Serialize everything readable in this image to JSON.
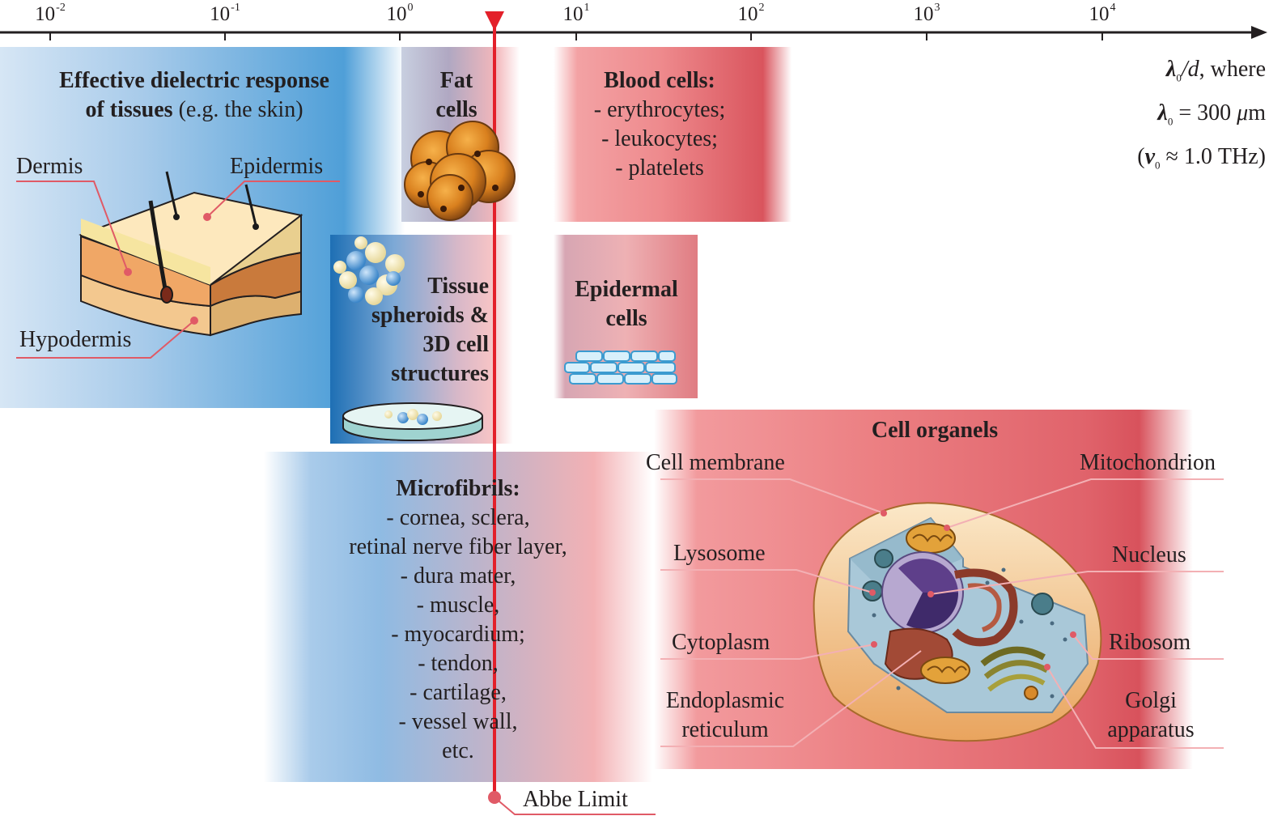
{
  "axis": {
    "ticks": [
      {
        "base": "10",
        "exp": "-2"
      },
      {
        "base": "10",
        "exp": "-1"
      },
      {
        "base": "10",
        "exp": "0"
      },
      {
        "base": "10",
        "exp": "1"
      },
      {
        "base": "10",
        "exp": "2"
      },
      {
        "base": "10",
        "exp": "3"
      },
      {
        "base": "10",
        "exp": "4"
      }
    ],
    "label_ratio_symbol": "λ",
    "label_ratio_sub": "0",
    "label_ratio_rest": "/d",
    "label_where": ", where",
    "label_line2_symbol": "λ",
    "label_line2_sub": "0",
    "label_line2_rest": " = 300 ",
    "label_line2_unit_mu": "μ",
    "label_line2_unit_m": "m",
    "label_line3_open": "(",
    "label_line3_symbol": "ν",
    "label_line3_sub": "0",
    "label_line3_rest": " ≈ 1.0 THz)"
  },
  "abbe": {
    "label": "Abbe Limit",
    "color": "#e3202a"
  },
  "colors": {
    "blue": "#4a9bd6",
    "red": "#de4c55",
    "leader": "#e05a66"
  },
  "regions": {
    "dielectric": {
      "title_line1": "Effective dielectric response",
      "title_bold2": "of tissues",
      "title_rest2": " (e.g. the skin)"
    },
    "skin_labels": {
      "dermis": "Dermis",
      "epidermis": "Epidermis",
      "hypodermis": "Hypodermis"
    },
    "fat": {
      "line1": "Fat",
      "line2": "cells"
    },
    "blood": {
      "title": "Blood cells:",
      "items": [
        "- erythrocytes;",
        "- leukocytes;",
        "- platelets"
      ]
    },
    "spheroids": {
      "lines": [
        "Tissue",
        "spheroids &",
        "3D cell",
        "structures"
      ]
    },
    "epidermal": {
      "line1": "Epidermal",
      "line2": "cells"
    },
    "microfibrils": {
      "title": "Microfibrils:",
      "items": [
        "- cornea, sclera,",
        "retinal nerve fiber layer,",
        "- dura mater,",
        "- muscle,",
        "- myocardium;",
        "- tendon,",
        "- cartilage,",
        "- vessel wall,",
        "etc."
      ]
    },
    "organels": {
      "title": "Cell organels",
      "labels": {
        "cell_membrane": "Cell membrane",
        "lysosome": "Lysosome",
        "cytoplasm": "Cytoplasm",
        "er_line1": "Endoplasmic",
        "er_line2": "reticulum",
        "mitochondrion": "Mitochondrion",
        "nucleus": "Nucleus",
        "ribosom": "Ribosom",
        "golgi_line1": "Golgi",
        "golgi_line2": "apparatus"
      }
    }
  }
}
